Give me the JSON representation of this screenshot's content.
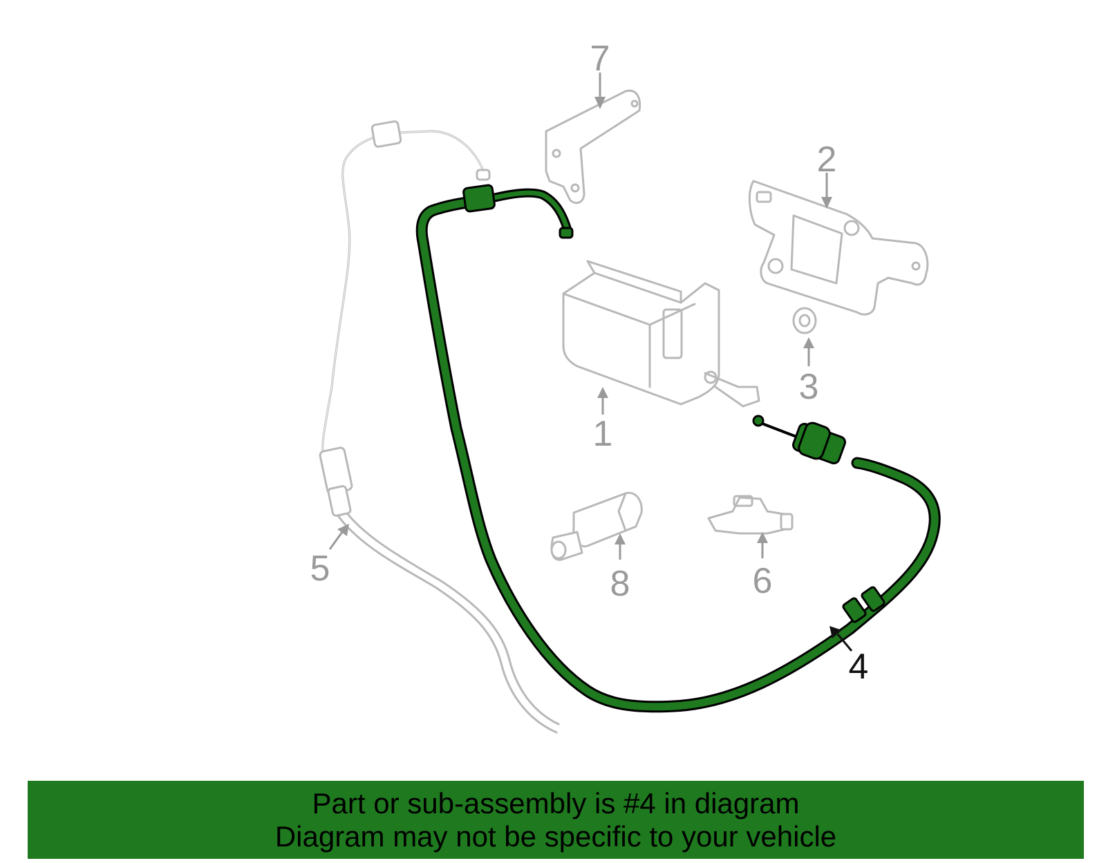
{
  "callouts": {
    "c1": "1",
    "c2": "2",
    "c3": "3",
    "c4": "4",
    "c5": "5",
    "c6": "6",
    "c7": "7",
    "c8": "8"
  },
  "highlight_part": "4",
  "colors": {
    "highlight_fill": "#1f7a1f",
    "highlight_outline": "#000000",
    "part_outline": "#b8b8b8",
    "callout_text": "#9a9a9a",
    "banner_background": "#1f7a1f"
  },
  "banner": {
    "line1": "Part or sub-assembly is #4 in diagram",
    "line2": "Diagram may not be specific to your vehicle"
  }
}
